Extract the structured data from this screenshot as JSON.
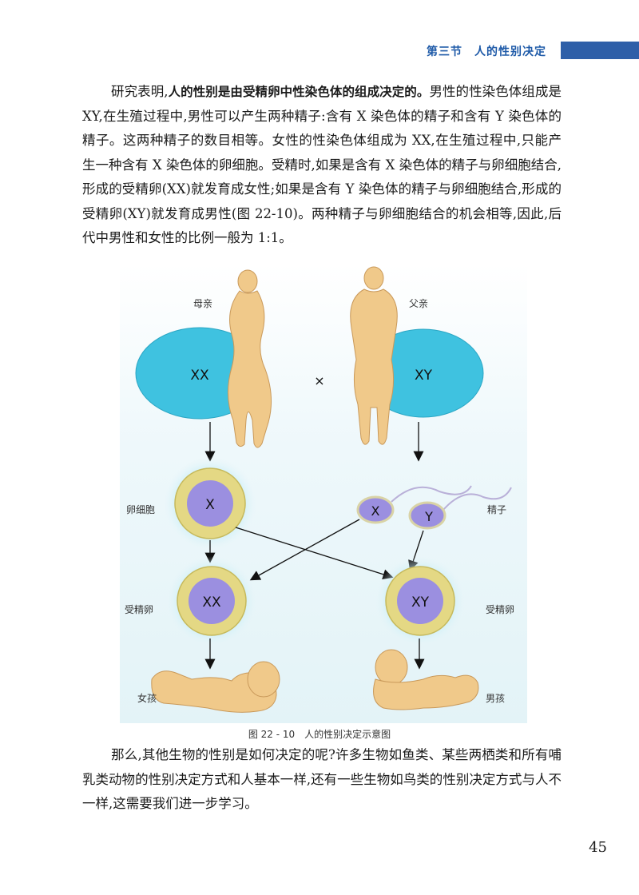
{
  "header": {
    "section": "第三节　人的性别决定",
    "bar_color": "#2e5fa8"
  },
  "paragraph1": {
    "lead": "研究表明,",
    "emphasis": "人的性别是由受精卵中性染色体的组成决定的。",
    "rest": "男性的性染色体组成是 XY,在生殖过程中,男性可以产生两种精子:含有 X 染色体的精子和含有 Y 染色体的精子。这两种精子的数目相等。女性的性染色体组成为 XX,在生殖过程中,只能产生一种含有 X 染色体的卵细胞。受精时,如果是含有 X 染色体的精子与卵细胞结合,形成的受精卵(XX)就发育成女性;如果是含有 Y 染色体的精子与卵细胞结合,形成的受精卵(XY)就发育成男性(图 22-10)。两种精子与卵细胞结合的机会相等,因此,后代中男性和女性的比例一般为 1:1。"
  },
  "figure": {
    "mother_label": "母亲",
    "father_label": "父亲",
    "mother_chromosomes": "XX",
    "father_chromosomes": "XY",
    "cross_symbol": "×",
    "egg_label": "卵细胞",
    "egg_chromosome": "X",
    "sperm_label": "精子",
    "sperm_x": "X",
    "sperm_y": "Y",
    "zygote_label_left": "受精卵",
    "zygote_label_right": "受精卵",
    "zygote_left": "XX",
    "zygote_right": "XY",
    "girl_label": "女孩",
    "boy_label": "男孩",
    "colors": {
      "cell_blue": "#3fc2e0",
      "cell_ring": "#e4d884",
      "nucleus": "#9b8fe0",
      "skin": "#f0c98a"
    }
  },
  "caption": "图 22 - 10　人的性别决定示意图",
  "paragraph2": "那么,其他生物的性别是如何决定的呢?许多生物如鱼类、某些两栖类和所有哺乳类动物的性别决定方式和人基本一样,还有一些生物如鸟类的性别决定方式与人不一样,这需要我们进一步学习。",
  "page_number": "45"
}
